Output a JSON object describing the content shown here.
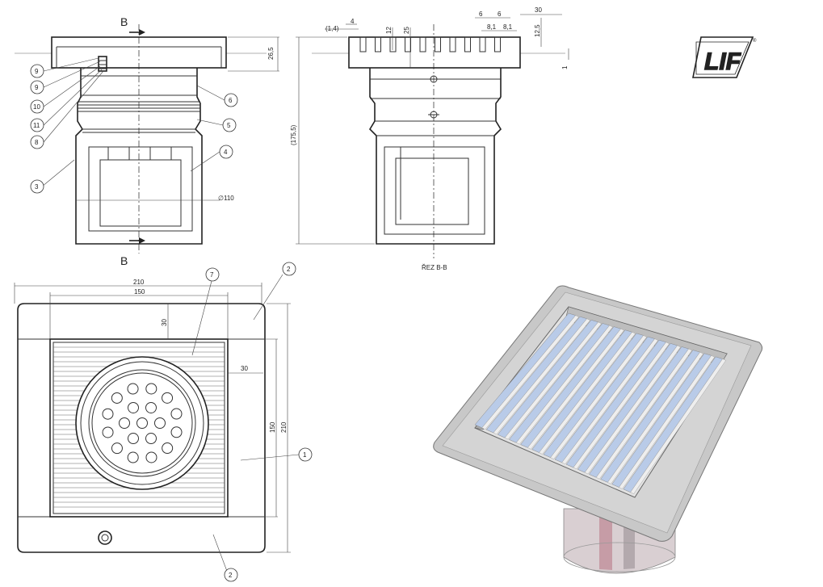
{
  "drawing": {
    "section_labels": {
      "top": "B",
      "bottom": "B"
    },
    "section_caption": "ŘEZ B-B",
    "logo_mark": "LIF",
    "logo_registered": "®",
    "balloons": {
      "b1": "1",
      "b2a": "2",
      "b2b": "2",
      "b3": "3",
      "b4": "4",
      "b5": "5",
      "b6": "6",
      "b7": "7",
      "b8": "8",
      "b9a": "9",
      "b9b": "9",
      "b10": "10",
      "b11": "11"
    },
    "dimensions": {
      "flange_height": "26,5",
      "diameter": "∅110",
      "top_4": "4",
      "top_1_4": "(1,4)",
      "top_12": "12",
      "top_25": "25",
      "top_6a": "6",
      "top_6b": "6",
      "top_8_1a": "8,1",
      "top_8_1b": "8,1",
      "top_30": "30",
      "top_12_5": "12,5",
      "right_1": "1",
      "total_height": "(175,5)",
      "plan_210_w": "210",
      "plan_150_w": "150",
      "plan_30_v": "30",
      "plan_30_h": "30",
      "plan_150_h": "150",
      "plan_210_h": "210"
    },
    "colors": {
      "line": "#333333",
      "grate_blue": "#b9cbe8",
      "metal": "#c8c8c8"
    }
  }
}
